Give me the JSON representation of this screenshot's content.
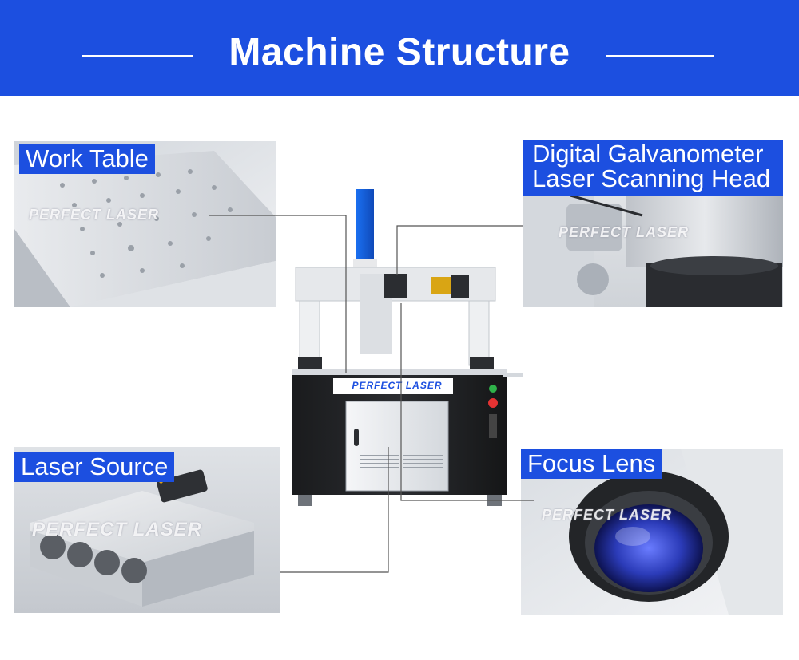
{
  "header": {
    "title": "Machine Structure",
    "background_color": "#1c4fe0"
  },
  "callouts": {
    "work_table": {
      "label": "Work Table"
    },
    "galvo_head": {
      "label_line1": "Digital Galvanometer",
      "label_line2": "Laser Scanning Head"
    },
    "laser_source": {
      "label": "Laser Source"
    },
    "focus_lens": {
      "label": "Focus Lens"
    }
  },
  "branding": {
    "watermark": "PERFECT LASER",
    "machine_plate": "PERFECT LASER",
    "monitor_screen": "PERFECT LASER"
  },
  "accent_color": "#1c4fe0"
}
